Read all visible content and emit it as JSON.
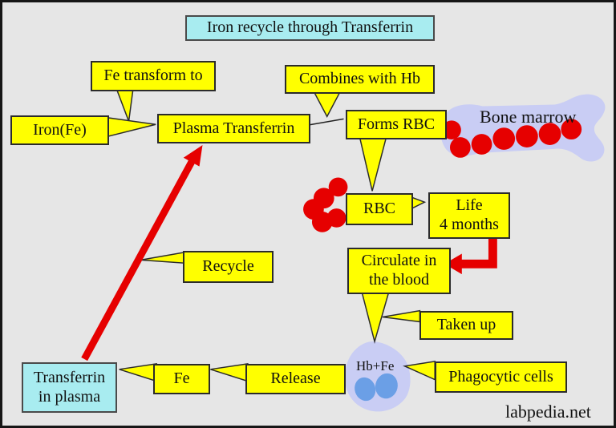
{
  "title": {
    "text": "Iron recycle through Transferrin"
  },
  "watermark": {
    "text": "labpedia.net"
  },
  "colors": {
    "background": "#e6e6e6",
    "box_yellow": "#ffff00",
    "box_cyan": "#a8ecf0",
    "arrow_red": "#e60000",
    "blob_lavender": "#c9cdf4",
    "cell_blue": "#6b9fe6",
    "rbc_red": "#e60000"
  },
  "nodes": {
    "fe_transform": {
      "label": "Fe transform to"
    },
    "combines_hb": {
      "label": "Combines with Hb"
    },
    "iron_fe": {
      "label": "Iron(Fe)"
    },
    "plasma_transferrin": {
      "label": "Plasma Transferrin"
    },
    "forms_rbc": {
      "label": "Forms RBC"
    },
    "rbc": {
      "label": "RBC"
    },
    "life": {
      "line1": "Life",
      "line2": "4 months"
    },
    "circulate": {
      "line1": "Circulate in",
      "line2": "the blood"
    },
    "recycle": {
      "label": "Recycle"
    },
    "taken_up": {
      "label": "Taken up"
    },
    "fe": {
      "label": "Fe"
    },
    "release": {
      "label": "Release"
    },
    "phagocytic": {
      "label": "Phagocytic cells"
    },
    "transferrin_plasma": {
      "line1": "Transferrin",
      "line2": "in plasma"
    }
  },
  "annotations": {
    "bone_marrow": "Bone marrow",
    "hb_fe": "Hb+Fe"
  }
}
